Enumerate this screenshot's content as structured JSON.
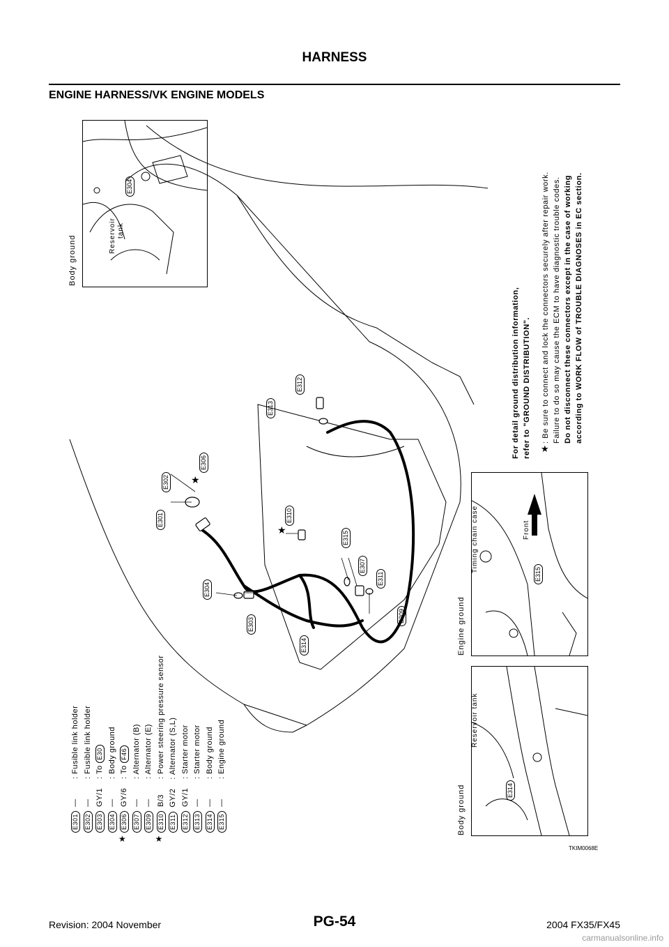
{
  "header": {
    "title": "HARNESS"
  },
  "section": {
    "title": "ENGINE HARNESS/VK ENGINE MODELS"
  },
  "legend": [
    {
      "code": "E301",
      "color": "—",
      "desc": ":  Fusible link holder",
      "star": false,
      "ref": ""
    },
    {
      "code": "E302",
      "color": "—",
      "desc": ":  Fusible link holder",
      "star": false,
      "ref": ""
    },
    {
      "code": "E303",
      "color": "GY/1",
      "desc": ":  To",
      "star": false,
      "ref": "E30"
    },
    {
      "code": "E304",
      "color": "—",
      "desc": ":  Body ground",
      "star": false,
      "ref": ""
    },
    {
      "code": "E306",
      "color": "GY/6",
      "desc": ":  To",
      "star": true,
      "ref": "F46"
    },
    {
      "code": "E307",
      "color": "—",
      "desc": ":  Alternator (B)",
      "star": false,
      "ref": ""
    },
    {
      "code": "E309",
      "color": "—",
      "desc": ":  Alternator (E)",
      "star": false,
      "ref": ""
    },
    {
      "code": "E310",
      "color": "B/3",
      "desc": ":  Power steering pressure sensor",
      "star": true,
      "ref": ""
    },
    {
      "code": "E311",
      "color": "GY/2",
      "desc": ":  Alternator (S,L)",
      "star": false,
      "ref": ""
    },
    {
      "code": "E312",
      "color": "GY/1",
      "desc": ":  Starter motor",
      "star": false,
      "ref": ""
    },
    {
      "code": "E313",
      "color": "—",
      "desc": ":  Starter motor",
      "star": false,
      "ref": ""
    },
    {
      "code": "E314",
      "color": "—",
      "desc": ":  Body ground",
      "star": false,
      "ref": ""
    },
    {
      "code": "E315",
      "color": "—",
      "desc": ":  Engine ground",
      "star": false,
      "ref": ""
    }
  ],
  "callouts": {
    "e301": "E301",
    "e302": "E302",
    "e303": "E303",
    "e304": "E304",
    "e306": "E306",
    "e307": "E307",
    "e309": "E309",
    "e310": "E310",
    "e311": "E311",
    "e312": "E312",
    "e313": "E313",
    "e314": "E314",
    "e315": "E315"
  },
  "insets": {
    "top": {
      "title": "Body ground",
      "label1": "Reservoir",
      "label2": "tank",
      "code": "E304"
    },
    "middle": {
      "title": "Engine ground",
      "label1": "Timing chain case",
      "arrow": "Front",
      "code": "E315"
    },
    "bottom": {
      "title": "Body ground",
      "label1": "Reservoir tank",
      "code": "E314"
    }
  },
  "notes": {
    "line1": "For detail ground distribution information,",
    "line2": "refer to \"GROUND DISTRIBUTION\".",
    "star_line1": ": Be sure to connect and lock the connectors securely after repair work.",
    "star_line2": "Failure to do so may cause the ECM to have diagnostic trouble codes.",
    "star_line3": "Do not disconnect these connectors except in the case of working",
    "star_line4": "according to WORK FLOW of TROUBLE DIAGNOSES in EC section."
  },
  "figure_id": "TKIM0068E",
  "footer": {
    "revision": "Revision: 2004 November",
    "page": "PG-54",
    "model": "2004 FX35/FX45"
  },
  "watermark": "carmanualsonline.info"
}
